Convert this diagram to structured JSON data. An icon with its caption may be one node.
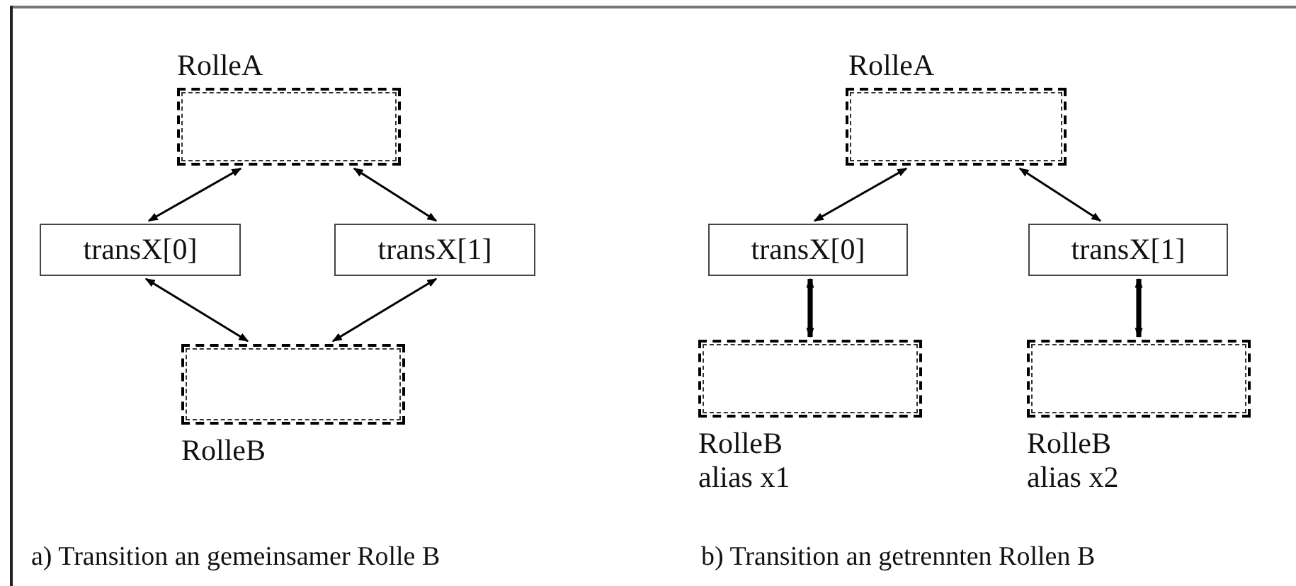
{
  "diagram": {
    "nodes": [
      {
        "text": [
          "RolleA"
        ]
      },
      {
        "text": [
          "transX[0]"
        ]
      },
      {
        "text": [
          "transX[1]"
        ]
      },
      {
        "text": [
          "RolleB"
        ]
      },
      {
        "text": [
          "RolleA"
        ]
      },
      {
        "text": [
          "transX[0]"
        ]
      },
      {
        "text": [
          "transX[1]"
        ]
      },
      {
        "text": [
          "RolleB alias x1"
        ]
      },
      {
        "text": [
          "RolleB alias x2"
        ]
      }
    ],
    "edges": [
      {
        "from": 0,
        "to": 1,
        "arrow": "both"
      },
      {
        "from": 0,
        "to": 2,
        "arrow": "both"
      },
      {
        "from": 1,
        "to": 3,
        "arrow": "both"
      },
      {
        "from": 2,
        "to": 3,
        "arrow": "both"
      },
      {
        "from": 4,
        "to": 5,
        "arrow": "both"
      },
      {
        "from": 4,
        "to": 6,
        "arrow": "both"
      },
      {
        "from": 5,
        "to": 7,
        "arrow": "both",
        "style": "thick"
      },
      {
        "from": 6,
        "to": 8,
        "arrow": "both",
        "style": "thick"
      }
    ],
    "labels": [
      "a) Transition an gemeinsamer Rolle B",
      "b) Transition an getrennten Rollen B"
    ]
  }
}
